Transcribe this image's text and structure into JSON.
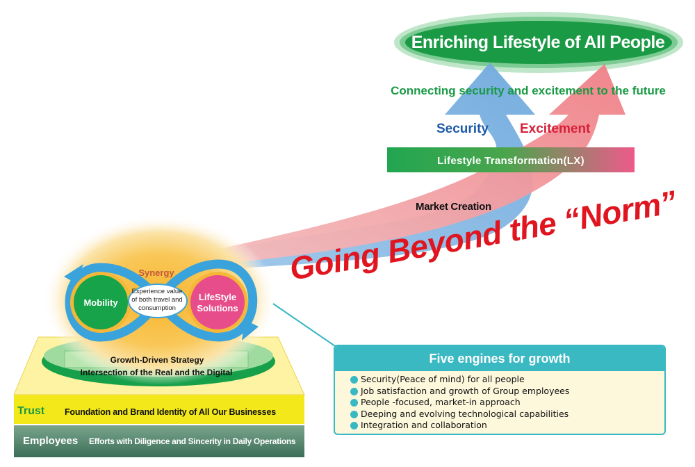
{
  "goal": {
    "title": "Enriching Lifestyle of All People",
    "subtitle": "Connecting security and excitement to the future"
  },
  "arrows": {
    "security": "Security",
    "excitement": "Excitement",
    "market": "Market Creation"
  },
  "lx": "Lifestyle Transformation(LX)",
  "slogan": "Going Beyond  the “Norm”",
  "core": {
    "synergy": "Synergy",
    "mobility": "Mobility",
    "lifestyle": "LifeStyle Solutions",
    "experience": "Experience value of both  travel and consumption"
  },
  "platform": {
    "growth_strategy": "Growth-Driven Strategy",
    "intersection": "Intersection of the Real and the Digital",
    "trust_label": "Trust",
    "trust_text": "Foundation and Brand Identity of All Our Businesses",
    "employees_label": "Employees",
    "employees_text": "Efforts with Diligence and Sincerity in Daily Operations"
  },
  "engines": {
    "title": "Five engines for growth",
    "items": [
      "Security(Peace of mind) for all people",
      "Job satisfaction and growth of  Group employees",
      "People -focused, market-in approach",
      "Deeping and evolving technological capabilities",
      "Integration and collaboration"
    ]
  },
  "colors": {
    "green": "#1a9a45",
    "blue": "#1d5aa8",
    "red": "#d7203a",
    "teal": "#38b8c2",
    "slogan_red": "#e0151f"
  }
}
